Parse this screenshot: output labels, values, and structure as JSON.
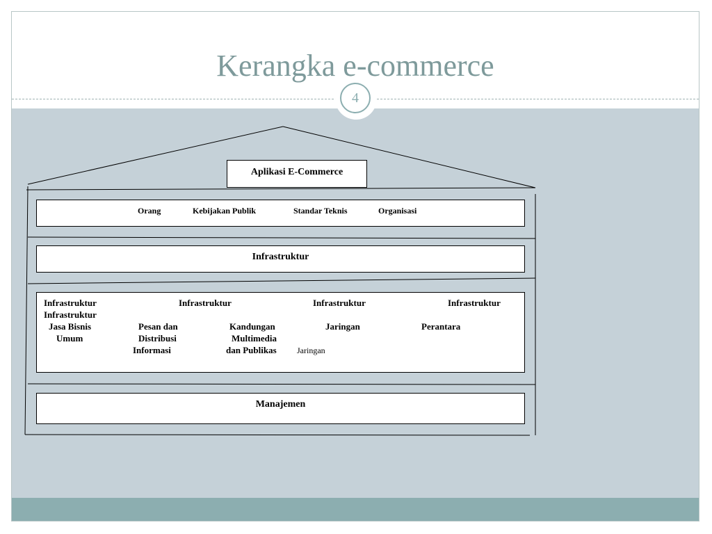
{
  "slide": {
    "title": "Kerangka e-commerce",
    "page_number": "4"
  },
  "diagram": {
    "top": "Aplikasi E-Commerce",
    "people_policy": [
      "Orang",
      "Kebijakan Publik",
      "Standar Teknis",
      "Organisasi"
    ],
    "infrastructure": "Infrastruktur",
    "services": {
      "header": [
        "Infrastruktur",
        "Infrastruktur",
        "Infrastruktur",
        "Infrastruktur",
        "Infrastruktur"
      ],
      "line1": [
        "Jasa Bisnis",
        "Pesan dan",
        "Kandungan",
        "Jaringan",
        "Perantara"
      ],
      "line2": [
        "Umum",
        "Distribusi",
        "Multimedia"
      ],
      "line3": [
        "Informasi",
        "dan  Publikas",
        "Jaringan"
      ]
    },
    "management": "Manajemen"
  },
  "colors": {
    "title": "#7e9a9b",
    "content_background": "#c5d1d8",
    "footer": "#8caeb0"
  }
}
